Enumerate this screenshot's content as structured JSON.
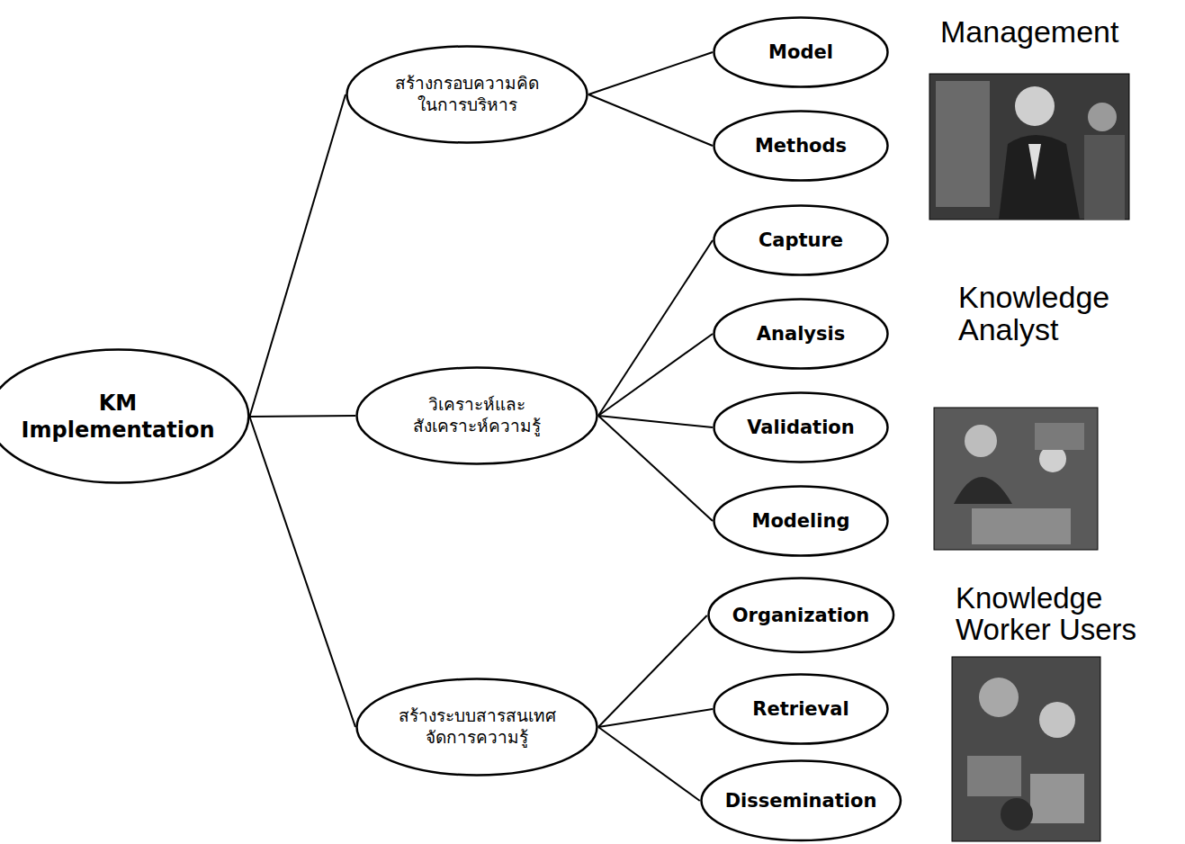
{
  "diagram": {
    "nodes": [
      {
        "text": [
          "KM Implementation"
        ]
      },
      {
        "text": [
          "สร้างกรอบความคิด ในการบริหาร"
        ]
      },
      {
        "text": [
          "Model"
        ]
      },
      {
        "text": [
          "Methods"
        ]
      },
      {
        "text": [
          "วิเคราะห์และ สังเคราะห์ความรู้"
        ]
      },
      {
        "text": [
          "Capture"
        ]
      },
      {
        "text": [
          "Analysis"
        ]
      },
      {
        "text": [
          "Validation"
        ]
      },
      {
        "text": [
          "Modeling"
        ]
      },
      {
        "text": [
          "สร้างระบบสารสนเทศ จัดการความรู้"
        ]
      },
      {
        "text": [
          "Organization"
        ]
      },
      {
        "text": [
          "Retrieval"
        ]
      },
      {
        "text": [
          "Dissemination"
        ]
      }
    ],
    "edges": [
      {
        "from": 0,
        "to": 1,
        "arrow": "none"
      },
      {
        "from": 0,
        "to": 4,
        "arrow": "none"
      },
      {
        "from": 0,
        "to": 9,
        "arrow": "none"
      },
      {
        "from": 1,
        "to": 2,
        "arrow": "none"
      },
      {
        "from": 1,
        "to": 3,
        "arrow": "none"
      },
      {
        "from": 4,
        "to": 5,
        "arrow": "none"
      },
      {
        "from": 4,
        "to": 6,
        "arrow": "none"
      },
      {
        "from": 4,
        "to": 7,
        "arrow": "none"
      },
      {
        "from": 4,
        "to": 8,
        "arrow": "none"
      },
      {
        "from": 9,
        "to": 10,
        "arrow": "none"
      },
      {
        "from": 9,
        "to": 11,
        "arrow": "none"
      },
      {
        "from": 9,
        "to": 12,
        "arrow": "none"
      }
    ],
    "labels": [
      "Management",
      "Knowledge Analyst",
      "Knowledge Worker Users"
    ]
  }
}
